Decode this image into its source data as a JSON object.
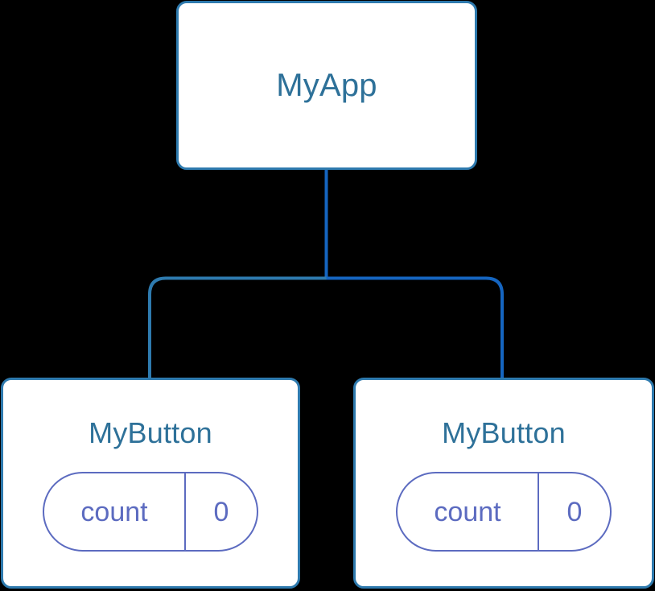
{
  "diagram": {
    "type": "component-tree",
    "background_color": "#000000",
    "node_fill": "#FFFFFF",
    "node_border_color": "#2E7AAE",
    "title_color": "#2E7199",
    "state_color": "#5C6BC0",
    "edge_color": "#1565C0",
    "bus_color": "#2E7AAE"
  },
  "root": {
    "title": "MyApp"
  },
  "children": [
    {
      "title": "MyButton",
      "state": {
        "key": "count",
        "value": "0"
      }
    },
    {
      "title": "MyButton",
      "state": {
        "key": "count",
        "value": "0"
      }
    }
  ]
}
